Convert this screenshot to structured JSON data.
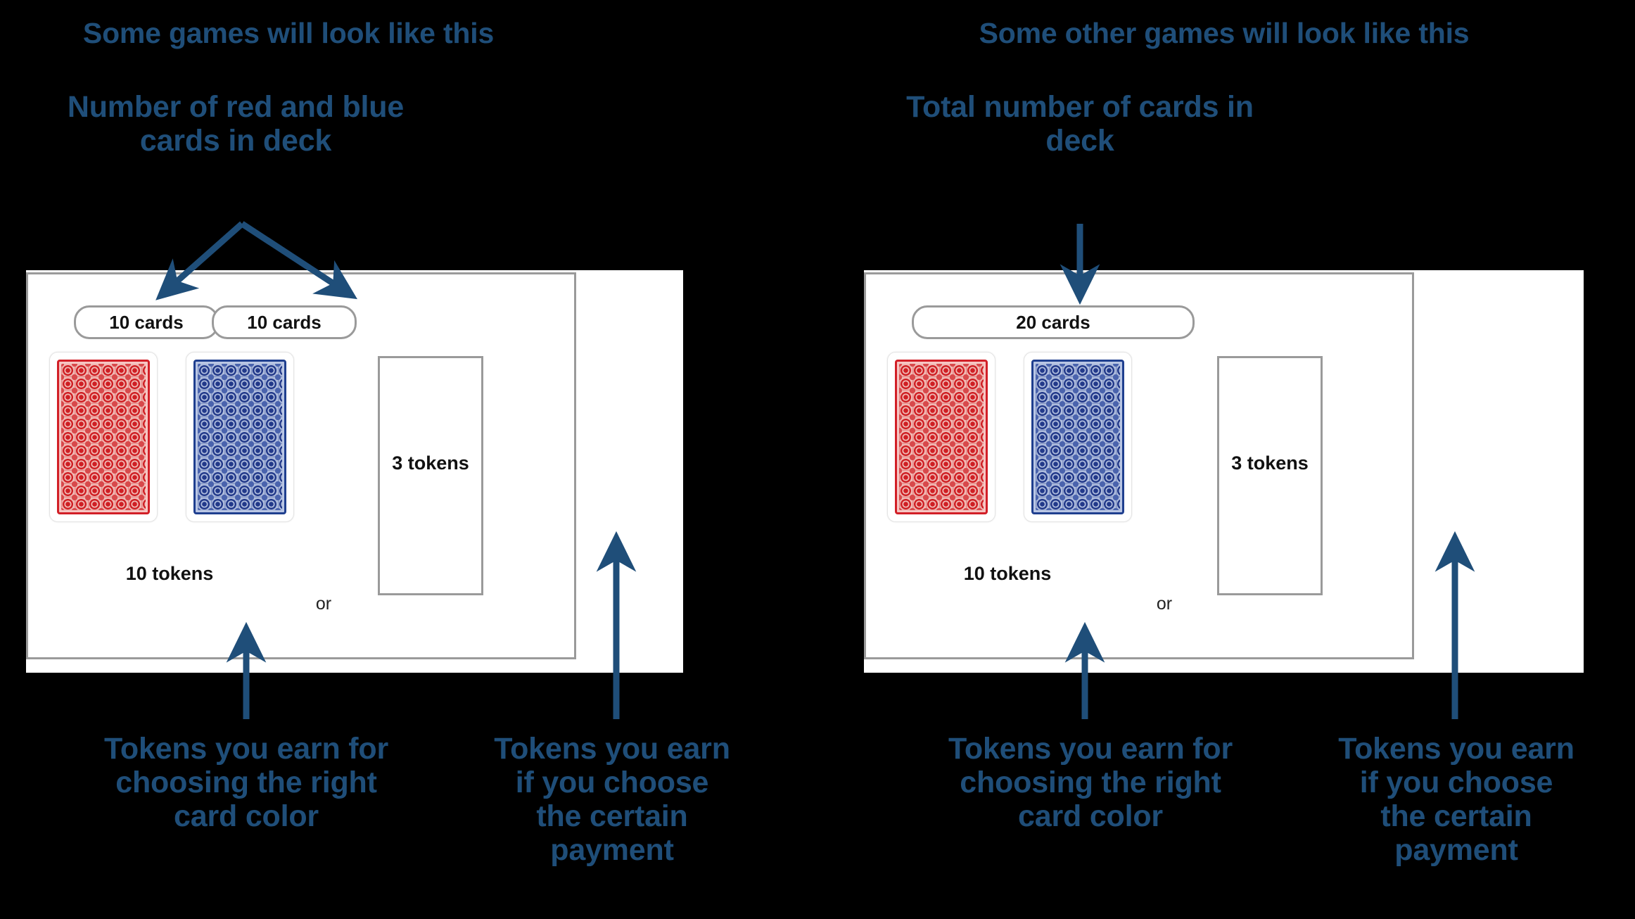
{
  "colors": {
    "annotation_blue": "#1F4E79",
    "arrow_blue": "#1F4E79",
    "panel_background": "#FFFFFF",
    "page_background": "#000000",
    "box_border_gray": "#9A9A9A",
    "card_red": "#D21F27",
    "card_blue": "#1F3F8F"
  },
  "panels": [
    {
      "id": "left",
      "title": "Some games will look like this",
      "callout": "Number of red and blue\ncards in deck",
      "deck_badges": [
        {
          "label": "10 cards"
        },
        {
          "label": "10 cards"
        }
      ],
      "cards": [
        {
          "color_name": "red"
        },
        {
          "color_name": "blue"
        }
      ],
      "gamble_payoff": "10 tokens",
      "or_label": "or",
      "certain_payoff": "3 tokens",
      "caption_left": "Tokens you earn for\nchoosing the right\ncard color",
      "caption_right": "Tokens you earn\nif you choose\nthe certain\npayment"
    },
    {
      "id": "right",
      "title": "Some other games will look like this",
      "callout": "Total number of cards in\ndeck",
      "deck_badges": [
        {
          "label": "20 cards"
        }
      ],
      "cards": [
        {
          "color_name": "red"
        },
        {
          "color_name": "blue"
        }
      ],
      "gamble_payoff": "10 tokens",
      "or_label": "or",
      "certain_payoff": "3 tokens",
      "caption_left": "Tokens you earn for\nchoosing the right\ncard color",
      "caption_right": "Tokens you earn\nif you choose\nthe certain\npayment"
    }
  ]
}
